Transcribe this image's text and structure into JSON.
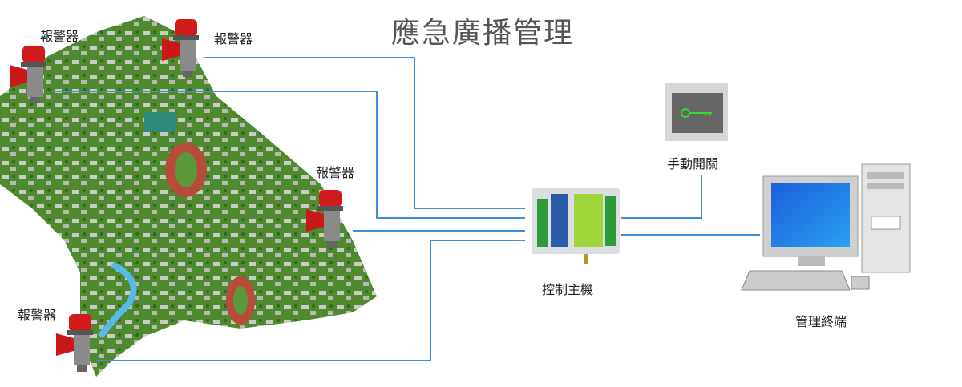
{
  "title": "應急廣播管理",
  "alarms": [
    {
      "label": "報警器"
    },
    {
      "label": "報警器"
    },
    {
      "label": "報警器"
    },
    {
      "label": "報警器"
    }
  ],
  "controller": {
    "label": "控制主機"
  },
  "switch": {
    "label": "手動開關"
  },
  "terminal": {
    "label": "管理終端"
  },
  "colors": {
    "line": "#3d8fd8",
    "alarm": "#d11a1a",
    "map": "#4f8a2e"
  }
}
